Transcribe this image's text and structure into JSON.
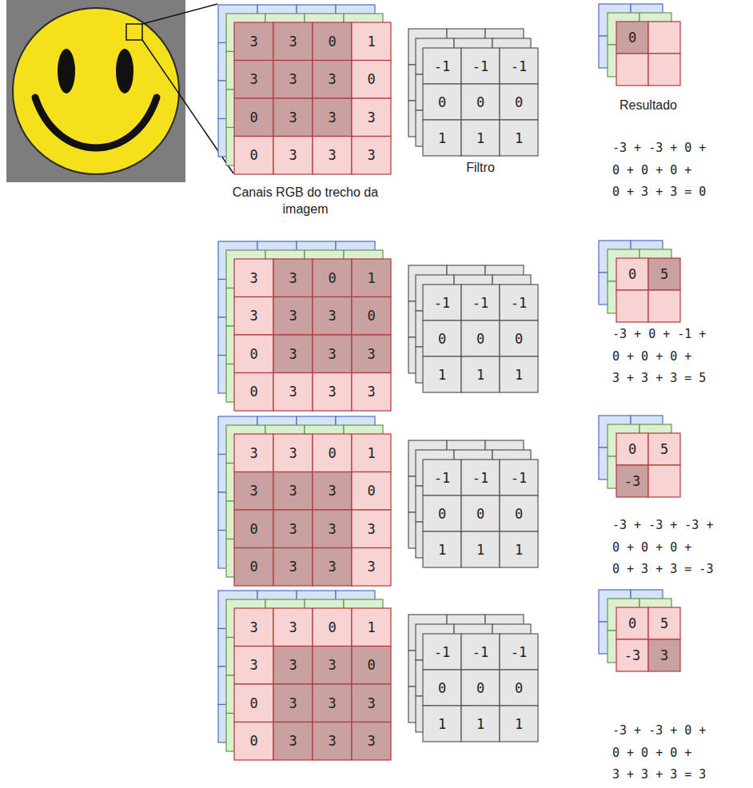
{
  "diagram": {
    "labels": [
      "3",
      "3",
      "0",
      "1",
      "3",
      "3",
      "3",
      "0",
      "0",
      "3",
      "3",
      "3",
      "0",
      "3",
      "3",
      "3",
      "-1",
      "-1",
      "-1",
      "0",
      "0",
      "0",
      "1",
      "1",
      "1",
      "0",
      "Canais RGB do trecho da imagem",
      "Filtro",
      "Resultado",
      "-3 + -3 + 0 +",
      "0 + 0 + 0 +",
      "0 + 3 + 3 = 0",
      "3",
      "3",
      "0",
      "1",
      "3",
      "3",
      "3",
      "0",
      "0",
      "3",
      "3",
      "3",
      "0",
      "3",
      "3",
      "3",
      "-1",
      "-1",
      "-1",
      "0",
      "0",
      "0",
      "1",
      "1",
      "1",
      "0",
      "5",
      "-3 + 0 + -1 +",
      "0 + 0 + 0 +",
      "3 + 3 + 3 = 5",
      "3",
      "3",
      "0",
      "1",
      "3",
      "3",
      "3",
      "0",
      "0",
      "3",
      "3",
      "3",
      "0",
      "3",
      "3",
      "3",
      "-1",
      "-1",
      "-1",
      "0",
      "0",
      "0",
      "1",
      "1",
      "1",
      "0",
      "5",
      "-3",
      "-3 + -3 + -3 +",
      "0 + 0 + 0 +",
      "0 + 3 + 3 = -3",
      "3",
      "3",
      "0",
      "1",
      "3",
      "3",
      "3",
      "0",
      "0",
      "3",
      "3",
      "3",
      "0",
      "3",
      "3",
      "3",
      "-1",
      "-1",
      "-1",
      "0",
      "0",
      "0",
      "1",
      "1",
      "1",
      "0",
      "5",
      "-3",
      "3",
      "-3 + -3 + 0 +",
      "0 + 0 + 0 +",
      "3 + 3 + 3 = 3"
    ]
  }
}
